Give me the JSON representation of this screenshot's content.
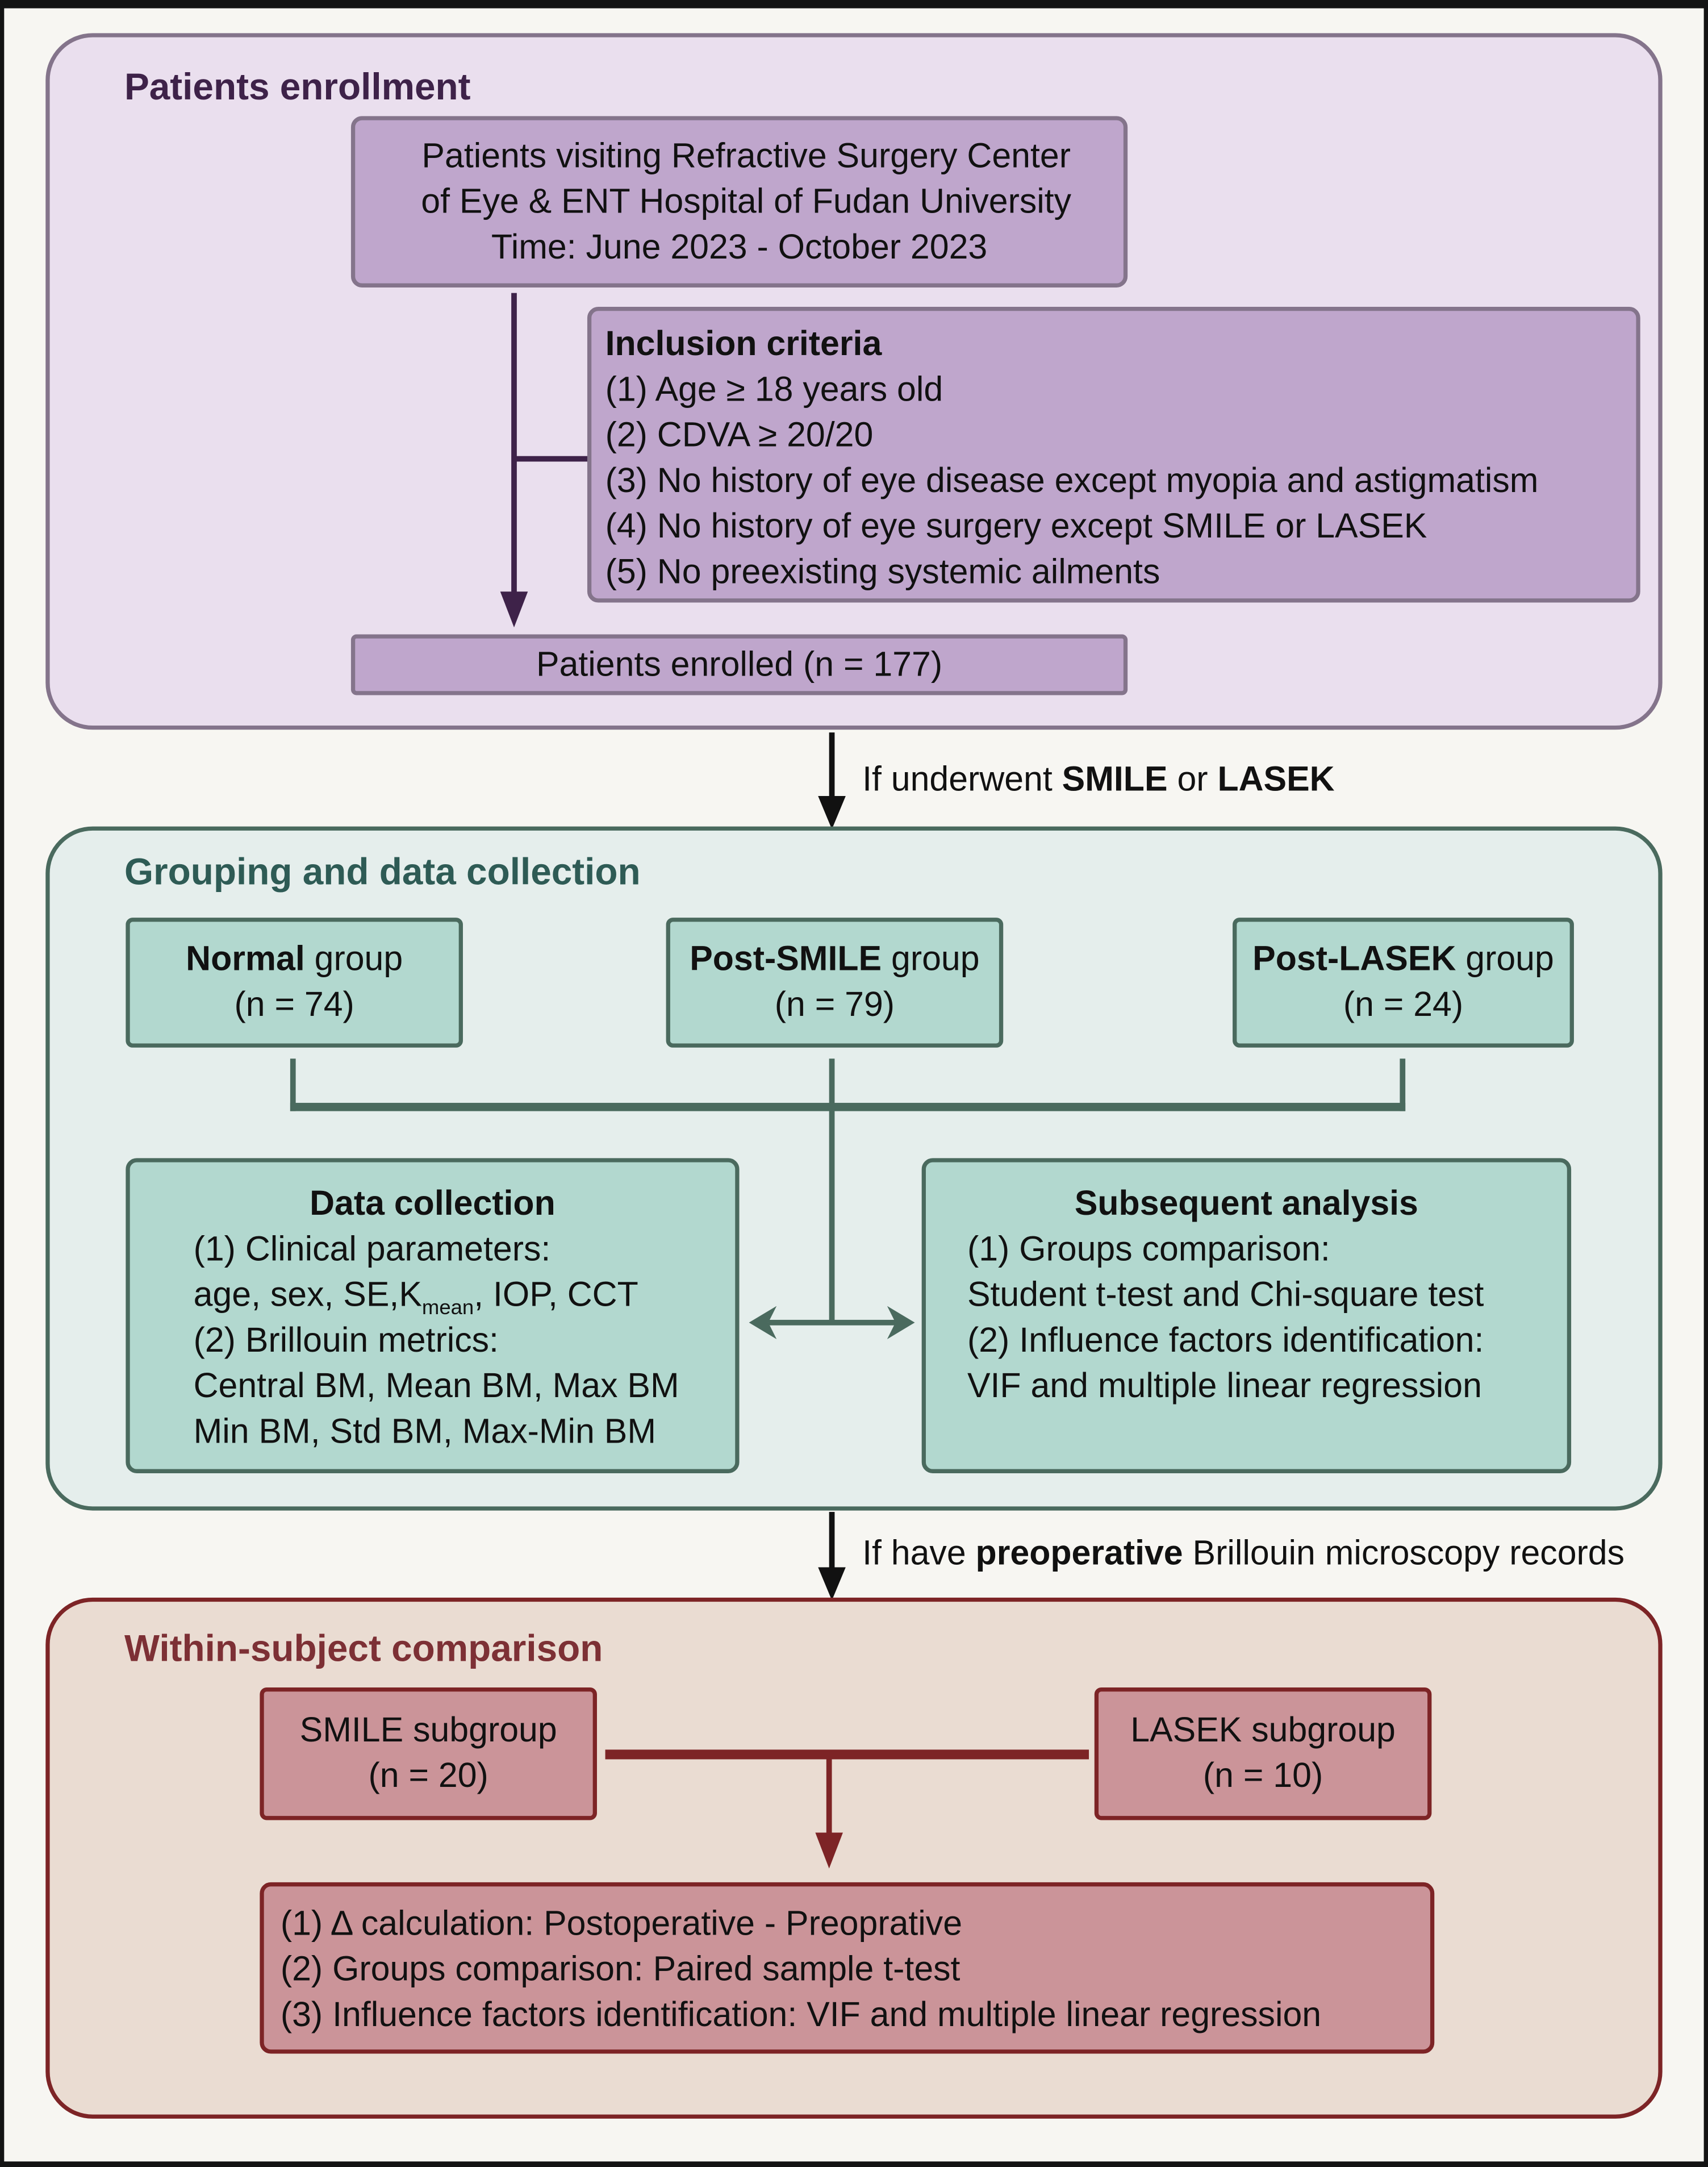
{
  "colors": {
    "frame": "#141414",
    "page_bg": "#f7f6f2",
    "purple_section_bg": "#eadfee",
    "purple_box": "#bfa6cc",
    "purple_border": "#84748b",
    "purple_title": "#3e2249",
    "teal_section_bg": "#e5eeec",
    "teal_box": "#b2d8cf",
    "teal_border": "#4a6a5e",
    "teal_title": "#2e5b55",
    "red_section_bg": "#eadcd2",
    "red_box": "#cb9499",
    "red_border": "#7d2426",
    "red_title": "#7d3035"
  },
  "enrollment": {
    "title": "Patients enrollment",
    "source_lines": [
      "Patients visiting Refractive Surgery Center",
      "of Eye & ENT Hospital of Fudan University",
      "Time: June 2023 - October 2023"
    ],
    "inclusion": {
      "heading": "Inclusion criteria",
      "items": [
        "(1) Age ≥ 18 years old",
        "(2) CDVA ≥ 20/20",
        "(3) No history of eye disease except myopia and astigmatism",
        "(4) No history of eye surgery except SMILE or LASEK",
        "(5) No preexisting systemic ailments"
      ]
    },
    "enrolled": "Patients enrolled (n = 177)"
  },
  "connector1": {
    "prefix": "If underwent ",
    "bold1": "SMILE",
    "middle": " or ",
    "bold2": "LASEK"
  },
  "grouping": {
    "title": "Grouping and data collection",
    "groups": [
      {
        "name_bold": "Normal",
        "name_rest": " group",
        "n": "(n = 74)"
      },
      {
        "name_bold": "Post-SMILE",
        "name_rest": " group",
        "n": "(n = 79)"
      },
      {
        "name_bold": "Post-LASEK",
        "name_rest": " group",
        "n": "(n = 24)"
      }
    ],
    "data_collection": {
      "heading": "Data collection",
      "line1": "(1) Clinical parameters:",
      "line2_pre": "age, sex, SE,K",
      "line2_sub": "mean",
      "line2_post": ", IOP, CCT",
      "line3": "(2) Brillouin metrics:",
      "line4": "Central BM, Mean BM, Max BM",
      "line5": "Min BM, Std BM, Max-Min BM"
    },
    "analysis": {
      "heading": "Subsequent analysis",
      "lines": [
        "(1) Groups comparison:",
        "Student t-test and Chi-square test",
        "(2) Influence factors identification:",
        "VIF and multiple linear regression"
      ]
    }
  },
  "connector2": {
    "prefix": "If have ",
    "bold": "preoperative",
    "suffix": " Brillouin microscopy records"
  },
  "within": {
    "title": "Within-subject comparison",
    "subgroups": [
      {
        "name": "SMILE subgroup",
        "n": "(n = 20)"
      },
      {
        "name": "LASEK subgroup",
        "n": "(n = 10)"
      }
    ],
    "steps": [
      "(1) Δ calculation: Postoperative - Preoprative",
      "(2) Groups comparison: Paired sample t-test",
      "(3) Influence factors identification: VIF and multiple linear regression"
    ]
  }
}
